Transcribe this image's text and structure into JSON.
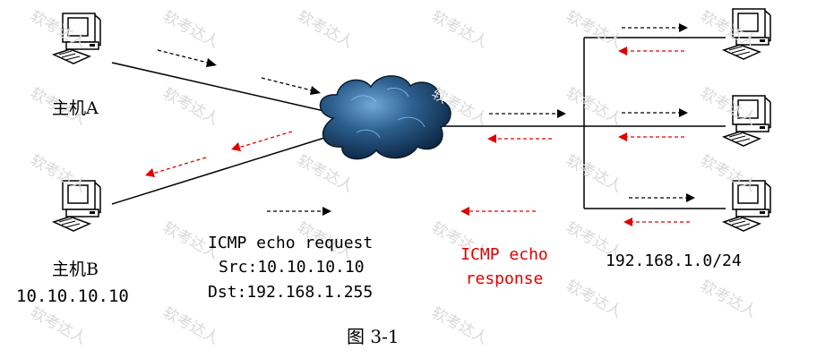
{
  "hosts": {
    "host_a": {
      "name": "主机A"
    },
    "host_b": {
      "name": "主机B",
      "ip": "10.10.10.10"
    }
  },
  "request": {
    "title": "ICMP echo request",
    "src": "Src:10.10.10.10",
    "dst": "Dst:192.168.1.255"
  },
  "response": {
    "line1": "ICMP echo",
    "line2": "response"
  },
  "subnet": {
    "label": "192.168.1.0/24"
  },
  "caption": "图 3-1",
  "watermark": "软考达人",
  "colors": {
    "request": "#000000",
    "response": "#e00000"
  }
}
